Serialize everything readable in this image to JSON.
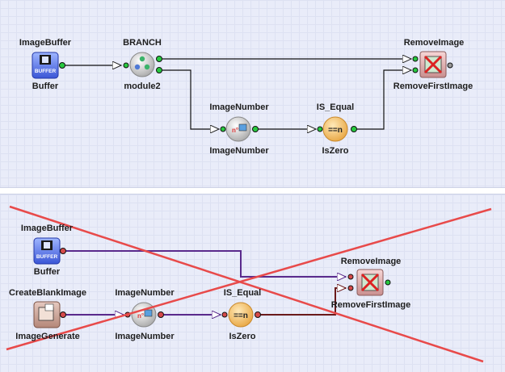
{
  "top_diagram": {
    "nodes": [
      {
        "id": "buffer",
        "type_label": "ImageBuffer",
        "instance_label": "Buffer",
        "icon": "buffer-icon",
        "icon_text": "BUFFER"
      },
      {
        "id": "branch",
        "type_label": "BRANCH",
        "instance_label": "module2",
        "icon": "branch-icon"
      },
      {
        "id": "imagenumber",
        "type_label": "ImageNumber",
        "instance_label": "ImageNumber",
        "icon": "image-number-icon",
        "icon_text": "n°"
      },
      {
        "id": "isequal",
        "type_label": "IS_Equal",
        "instance_label": "IsZero",
        "icon": "equals-n-icon",
        "icon_text": "==n"
      },
      {
        "id": "removeimage",
        "type_label": "RemoveImage",
        "instance_label": "RemoveFirstImage",
        "icon": "remove-image-icon"
      }
    ]
  },
  "bottom_diagram": {
    "crossed_out": true,
    "nodes": [
      {
        "id": "buffer",
        "type_label": "ImageBuffer",
        "instance_label": "Buffer",
        "icon": "buffer-icon",
        "icon_text": "BUFFER"
      },
      {
        "id": "create",
        "type_label": "CreateBlankImage",
        "instance_label": "ImageGenerate",
        "icon": "create-image-icon"
      },
      {
        "id": "imagenumber",
        "type_label": "ImageNumber",
        "instance_label": "ImageNumber",
        "icon": "image-number-icon",
        "icon_text": "n°"
      },
      {
        "id": "isequal",
        "type_label": "IS_Equal",
        "instance_label": "IsZero",
        "icon": "equals-n-icon",
        "icon_text": "==n"
      },
      {
        "id": "removeimage",
        "type_label": "RemoveImage",
        "instance_label": "RemoveFirstImage",
        "icon": "remove-image-icon"
      }
    ]
  },
  "colors": {
    "wire_black": "#111111",
    "wire_purple": "#5a2a8c",
    "wire_darkred": "#6a1a1a",
    "cross_red": "#e84a4a",
    "port_green": "#27c93f",
    "panel_bg": "#e9ecf9"
  }
}
